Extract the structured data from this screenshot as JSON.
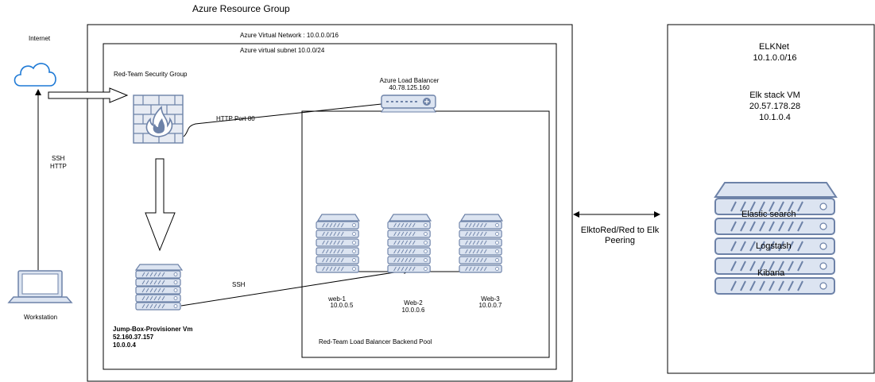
{
  "resource_group": {
    "title": "Azure  Resource Group"
  },
  "vnet": {
    "label": "Azure Virtual Network : 10.0.0.0/16"
  },
  "subnet": {
    "label": "Azure virtual  subnet 10.0.0/24"
  },
  "internet": {
    "label": "Internet"
  },
  "workstation": {
    "label": "Workstation"
  },
  "workstation_link": {
    "line1": "SSH",
    "line2": "HTTP"
  },
  "security_group": {
    "label": "Red-Team Security Group"
  },
  "http_link": {
    "label": "HTTP  Port 80"
  },
  "load_balancer": {
    "name": "Azure Load Balancer",
    "ip": "40.78.125.160"
  },
  "jump_box": {
    "name": "Jump-Box-Provisioner Vm",
    "public_ip": "52.160.37.157",
    "private_ip": "10.0.0.4"
  },
  "ssh_link": {
    "label": "SSH"
  },
  "web_servers": [
    {
      "name": "web-1",
      "ip": "10.0.0.5"
    },
    {
      "name": "Web-2",
      "ip": "10.0.0.6"
    },
    {
      "name": "Web-3",
      "ip": "10.0.0.7"
    }
  ],
  "backend_pool": {
    "label": "Red-Team Load Balancer Backend Pool"
  },
  "peering": {
    "line1": "ElktoRed/Red to Elk",
    "line2": "Peering"
  },
  "elknet": {
    "name": "ELKNet",
    "cidr": "10.1.0.0/16"
  },
  "elk_vm": {
    "name": "Elk stack  VM",
    "public_ip": "20.57.178.28",
    "private_ip": "10.1.0.4"
  },
  "elk_services": [
    "Elastic search",
    "Logstash",
    "Kibana"
  ],
  "colors": {
    "icon_fill": "#dce4f1",
    "icon_stroke": "#6d82a8",
    "firewall_fill": "#e7ebf3",
    "flame": "#6d82a8",
    "line": "#000000"
  }
}
